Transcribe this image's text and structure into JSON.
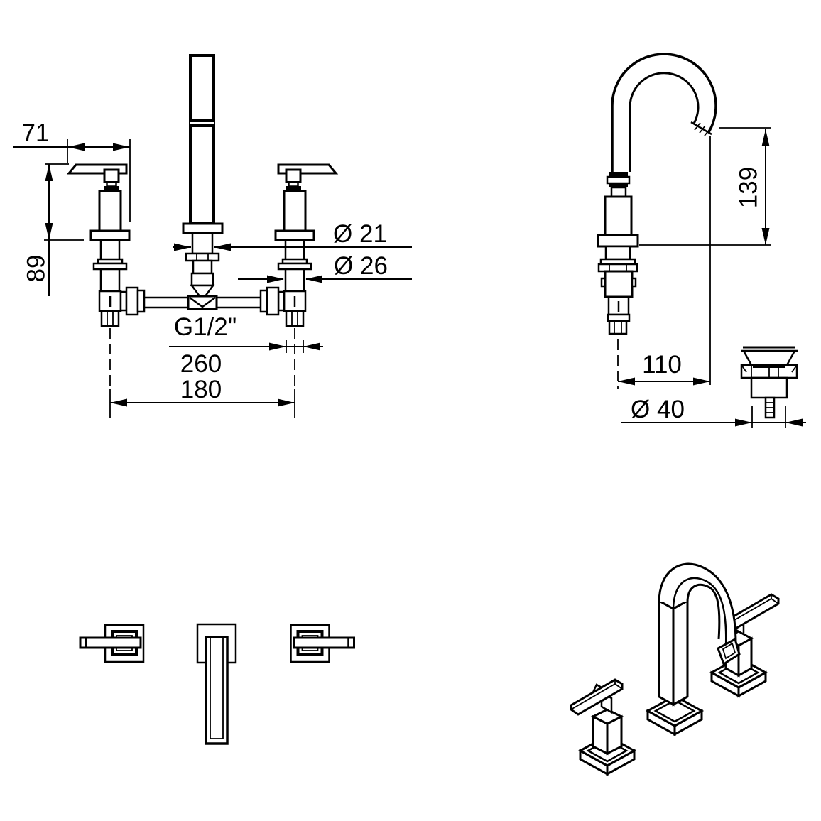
{
  "colors": {
    "background": "#ffffff",
    "line": "#000000"
  },
  "front_view": {
    "handle_width": "71",
    "handle_height": "89",
    "spout_shank_diameter": "Ø 21",
    "valve_shank_diameter": "Ø 26",
    "thread_size": "G1/2\"",
    "outer_distance": "260",
    "center_distance": "180"
  },
  "side_view": {
    "spout_height": "139",
    "spout_reach": "110",
    "waste_diameter": "Ø 40"
  }
}
